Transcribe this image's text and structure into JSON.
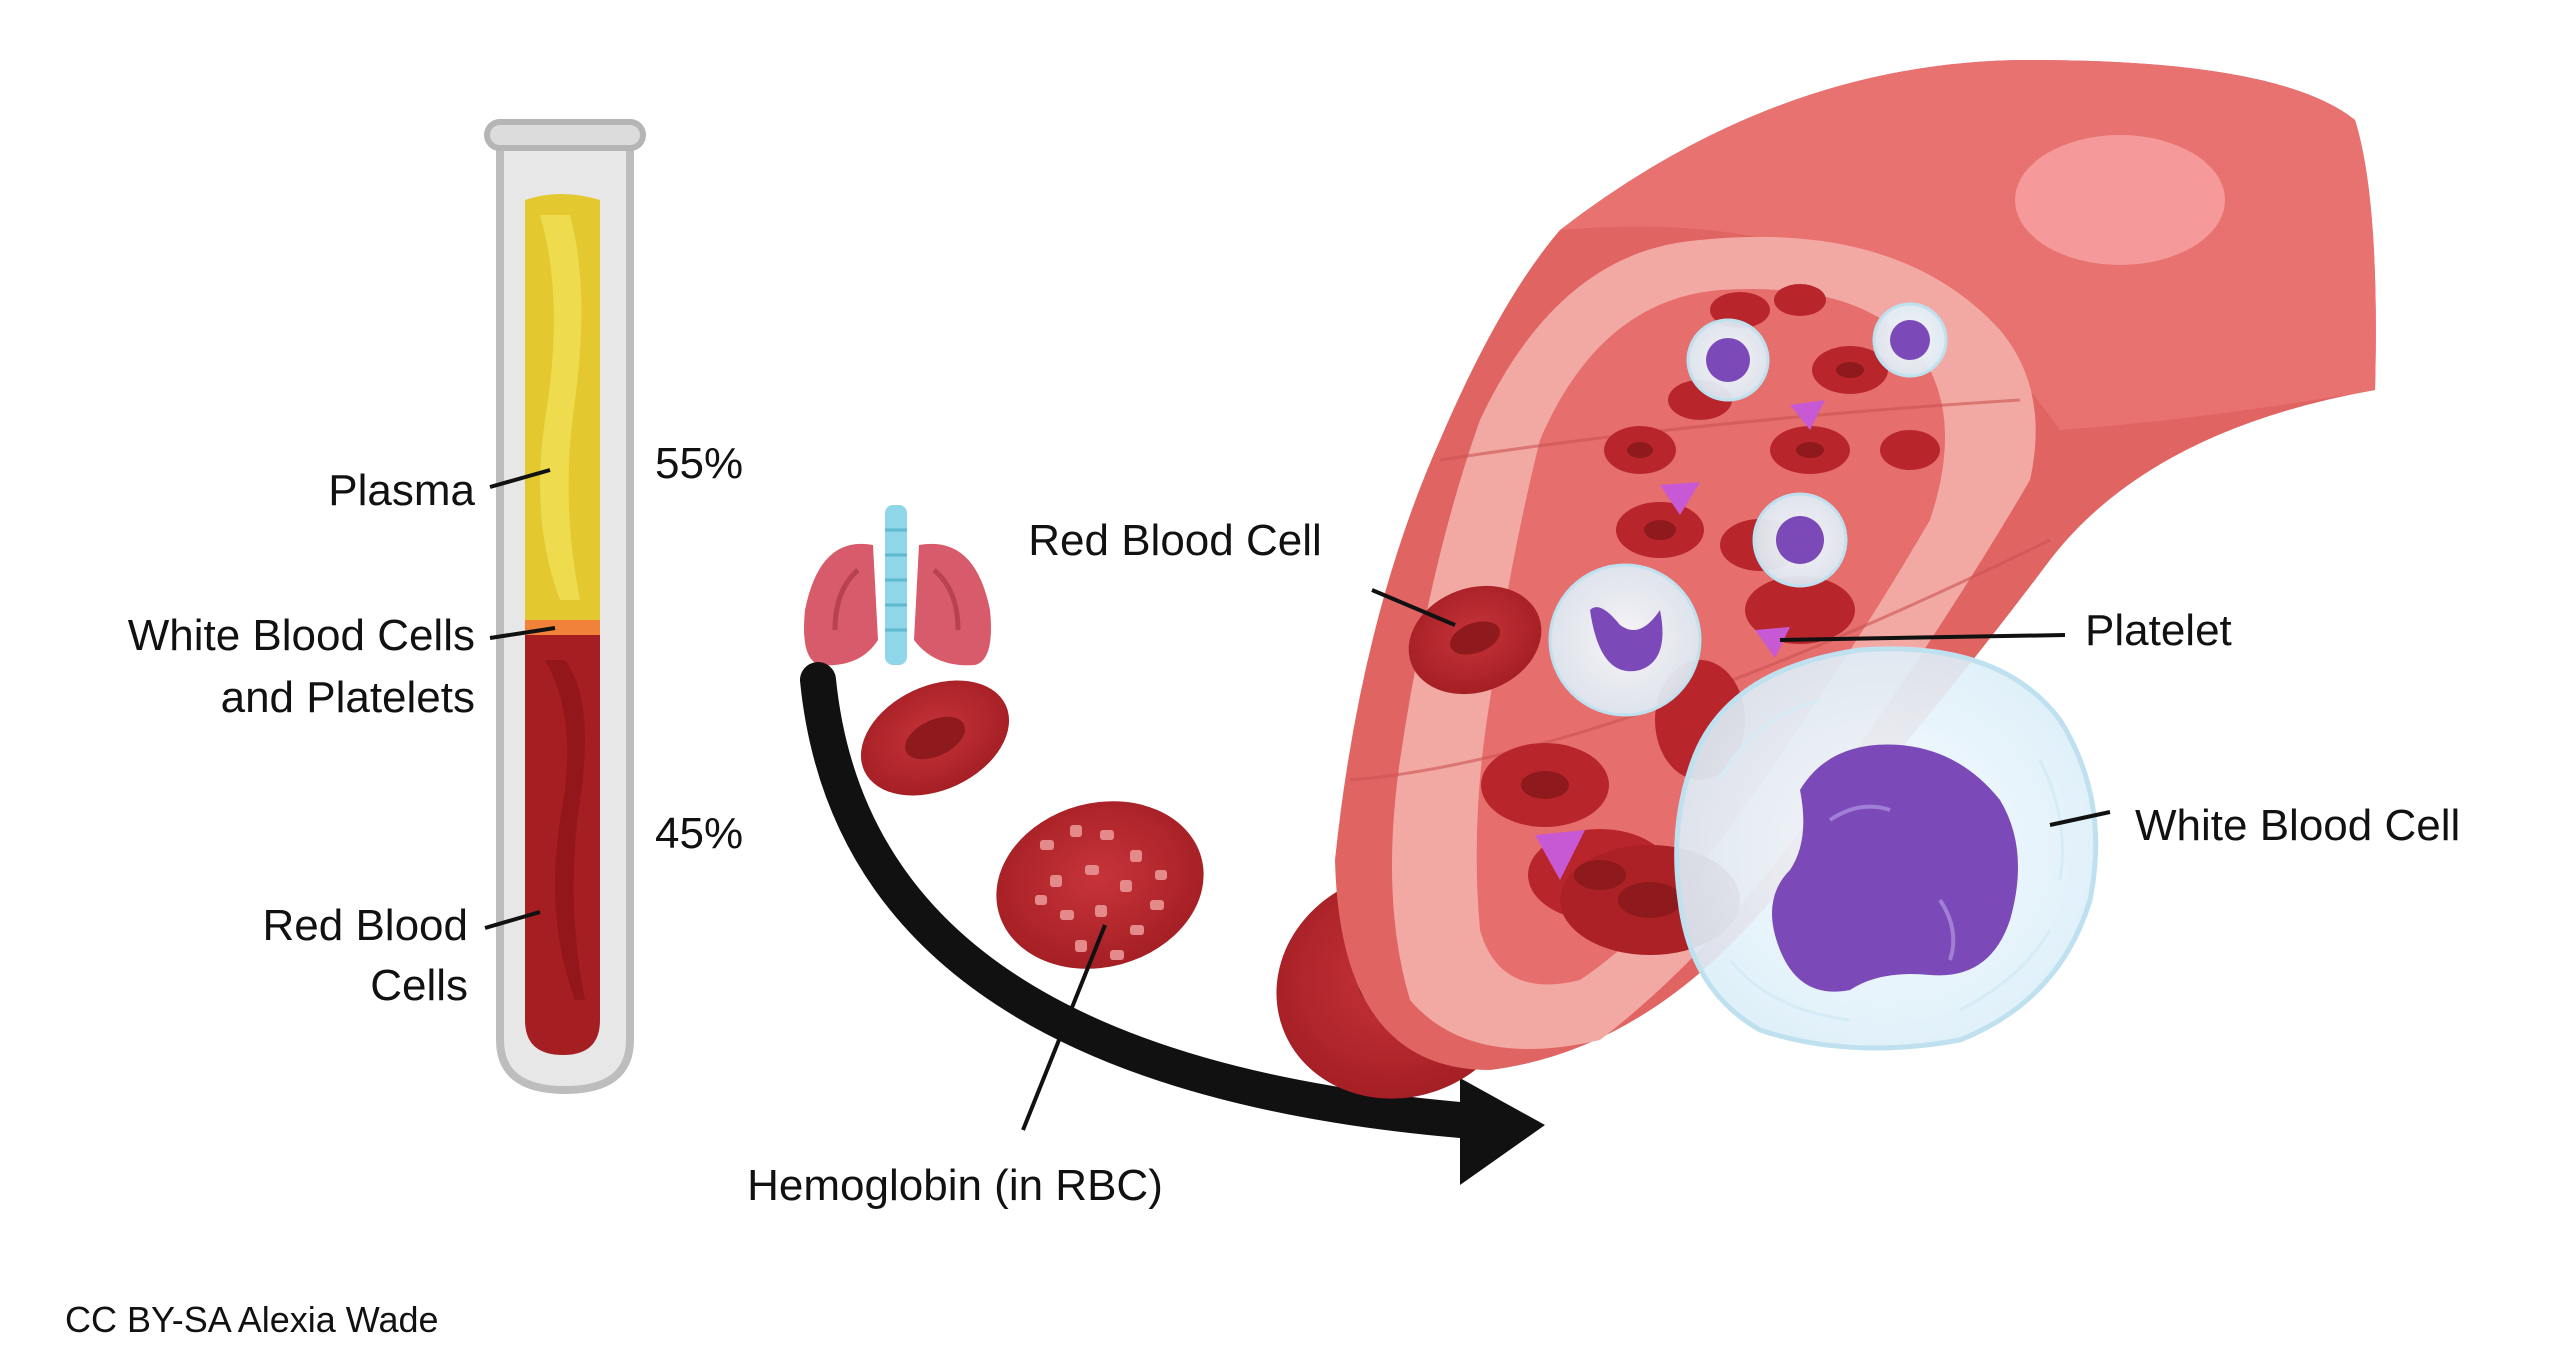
{
  "tube": {
    "plasma_label": "Plasma",
    "wbc_platelets_label_line1": "White Blood Cells",
    "wbc_platelets_label_line2": "and Platelets",
    "rbc_label_line1": "Red Blood",
    "rbc_label_line2": "Cells",
    "plasma_percent": "55%",
    "rbc_percent": "45%"
  },
  "vessel": {
    "red_blood_cell_label": "Red Blood Cell",
    "platelet_label": "Platelet",
    "white_blood_cell_label": "White Blood Cell"
  },
  "flow": {
    "hemoglobin_label": "Hemoglobin (in RBC)"
  },
  "credit": "CC BY-SA Alexia Wade",
  "colors": {
    "plasma": "#e3c92f",
    "blood": "#a51e22",
    "rbc": "#b8262b",
    "rbc_center": "#8e1a1e",
    "vessel_wall": "#e06462",
    "vessel_inner": "#f2a9a4",
    "wbc_nucleus": "#7b4ab8",
    "platelet": "#c75ad4",
    "lung": "#d75b6a",
    "trachea": "#8fd7e8"
  },
  "icons": [
    "lungs-icon",
    "arrow-icon"
  ]
}
